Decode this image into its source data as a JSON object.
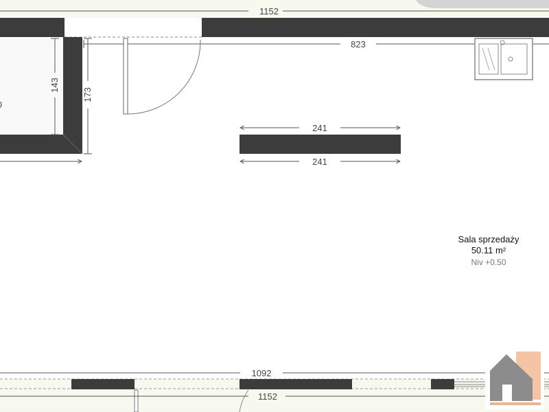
{
  "colors": {
    "background": "#f7f9ee",
    "wall": "#3c3c3c",
    "floor": "#ffffff",
    "dimension_line": "#555555",
    "tab": "#d4d4d4",
    "logo_grey": "#8c8c8c",
    "logo_orange": "#f0b48c"
  },
  "dimensions": {
    "top_overall": "1152",
    "top_inner": "823",
    "vertical_inner": "143",
    "vertical_outer": "173",
    "partition_top": "241",
    "partition_bottom": "241",
    "bottom_inner": "1092",
    "bottom_overall": "1152",
    "left_cut_label": "0"
  },
  "room": {
    "name": "Sala sprzedaży",
    "area": "50.11 m²",
    "level": "Niv +0.50"
  },
  "logo": {
    "icon": "house-logo-icon"
  }
}
